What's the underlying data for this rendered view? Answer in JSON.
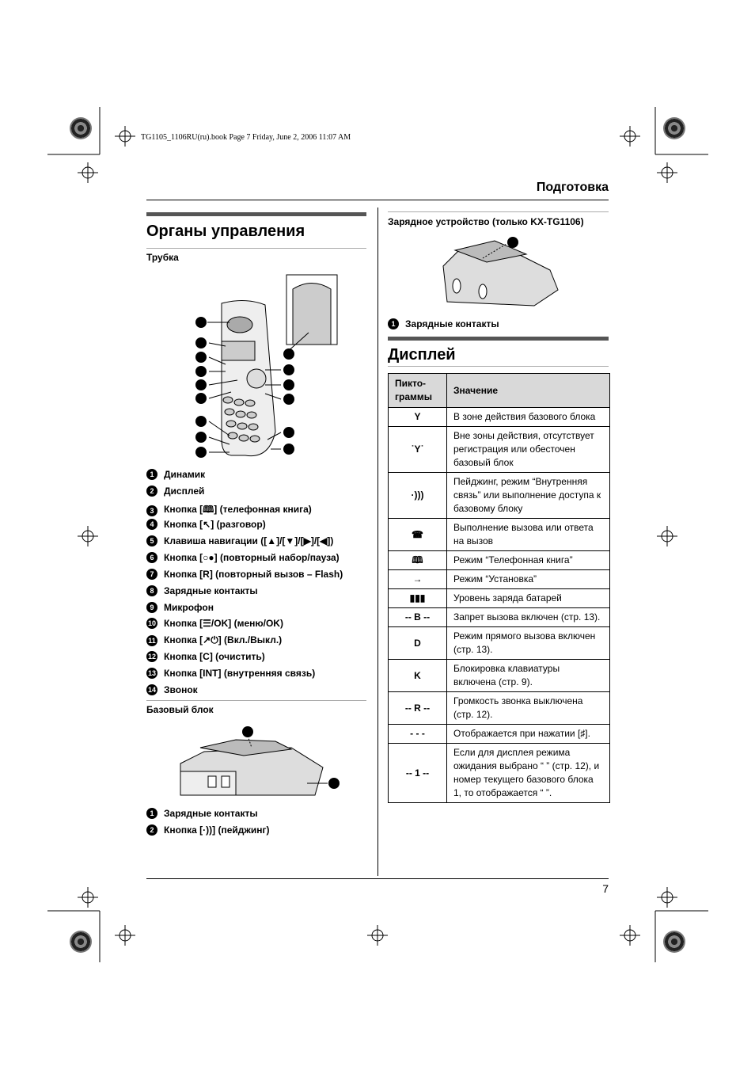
{
  "header": {
    "printer_line": "TG1105_1106RU(ru).book  Page 7  Friday, June 2, 2006  11:07 AM",
    "section": "Подготовка"
  },
  "left": {
    "title": "Органы управления",
    "handset_label": "Трубка",
    "handset_legend": [
      {
        "n": "1",
        "text": "Динамик"
      },
      {
        "n": "2",
        "text": "Дисплей"
      },
      {
        "n": "3",
        "text": "Кнопка [🕮] (телефонная книга)"
      },
      {
        "n": "4",
        "text": "Кнопка [↖] (разговор)"
      },
      {
        "n": "5",
        "text": "Клавиша навигации ([▲]/[▼]/[▶]/[◀])"
      },
      {
        "n": "6",
        "text": "Кнопка [○●] (повторный набор/пауза)"
      },
      {
        "n": "7",
        "text": "Кнопка [R] (повторный вызов – Flash)"
      },
      {
        "n": "8",
        "text": "Зарядные контакты"
      },
      {
        "n": "9",
        "text": "Микрофон"
      },
      {
        "n": "10",
        "text": "Кнопка [☰/OK] (меню/OK)"
      },
      {
        "n": "11",
        "text": "Кнопка [↗⏻] (Вкл./Выкл.)"
      },
      {
        "n": "12",
        "text": "Кнопка [C] (очистить)"
      },
      {
        "n": "13",
        "text": "Кнопка [INT] (внутренняя связь)"
      },
      {
        "n": "14",
        "text": "Звонок"
      }
    ],
    "base_label": "Базовый блок",
    "base_legend": [
      {
        "n": "1",
        "text": "Зарядные контакты"
      },
      {
        "n": "2",
        "text": "Кнопка [·))] (пейджинг)"
      }
    ]
  },
  "right": {
    "charger_label": "Зарядное устройство (только KX-TG1106)",
    "charger_legend": [
      {
        "n": "1",
        "text": "Зарядные контакты"
      }
    ],
    "display_title": "Дисплей",
    "table": {
      "col1": "Пикто-\nграммы",
      "col2": "Значение",
      "rows": [
        {
          "icon": "Y",
          "text": "В зоне действия базового блока"
        },
        {
          "icon": "˙Y˙",
          "text": "Вне зоны действия, отсутствует регистрация или обесточен базовый блок"
        },
        {
          "icon": "·)))",
          "text": "Пейджинг, режим “Внутренняя связь” или выполнение доступа к базовому блоку"
        },
        {
          "icon": "☎",
          "text": "Выполнение вызова или ответа на вызов"
        },
        {
          "icon": "🕮",
          "text": "Режим “Телефонная книга”"
        },
        {
          "icon": "→",
          "text": "Режим “Установка”"
        },
        {
          "icon": "▮▮▮",
          "text": "Уровень заряда батарей"
        },
        {
          "icon": "-- B --",
          "text": "Запрет вызова включен (стр. 13)."
        },
        {
          "icon": "D",
          "text": "Режим прямого вызова включен (стр. 13)."
        },
        {
          "icon": "K",
          "text": "Блокировка клавиатуры включена (стр. 9)."
        },
        {
          "icon": "-- R --",
          "text": "Громкость звонка выключена (стр. 12)."
        },
        {
          "icon": "- - -",
          "text": "Отображается при нажатии [♯]."
        },
        {
          "icon": "-- 1 --",
          "text": "Если для дисплея режима ожидания выбрано “           ” (стр. 12), и номер текущего базового блока 1, то отображается “      ”."
        }
      ]
    }
  },
  "footer": {
    "page_number": "7"
  }
}
